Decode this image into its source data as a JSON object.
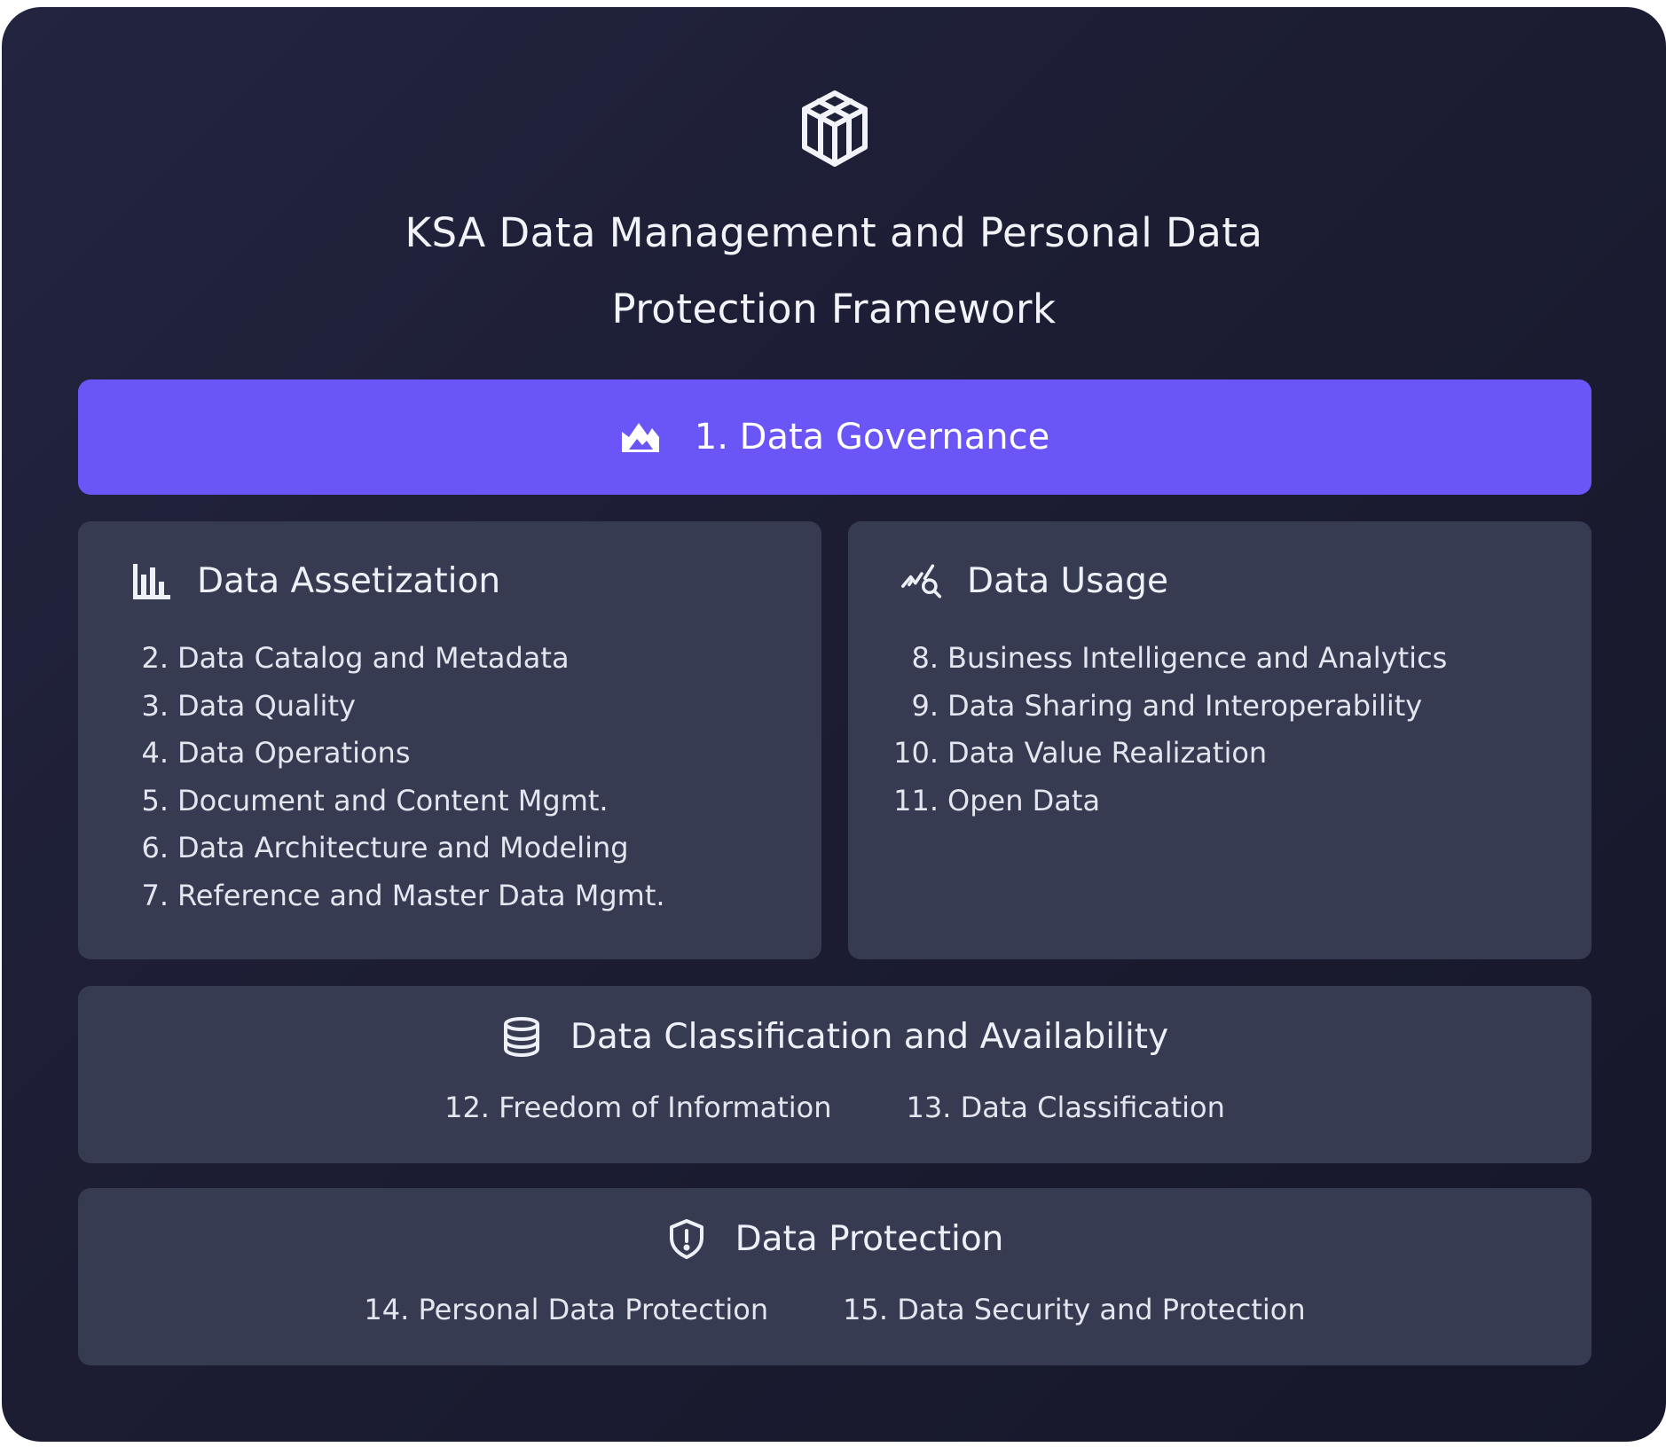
{
  "title": {
    "line1": "KSA Data Management and Personal Data",
    "line2": "Protection Framework"
  },
  "logo_icon": "cube-icon",
  "colors": {
    "background": "#1c1d33",
    "accent": "#6a55f6",
    "panel": "#373b52",
    "text": "#e9eaf3"
  },
  "governance": {
    "icon": "mountain-icon",
    "label": "1. Data Governance"
  },
  "assetization": {
    "icon": "bar-chart-icon",
    "heading": "Data Assetization",
    "items": [
      {
        "num": "2.",
        "label": "Data Catalog and Metadata"
      },
      {
        "num": "3.",
        "label": "Data Quality"
      },
      {
        "num": "4.",
        "label": "Data Operations"
      },
      {
        "num": "5.",
        "label": "Document and Content Mgmt."
      },
      {
        "num": "6.",
        "label": "Data Architecture and Modeling"
      },
      {
        "num": "7.",
        "label": "Reference and Master Data Mgmt."
      }
    ]
  },
  "usage": {
    "icon": "trend-search-icon",
    "heading": "Data Usage",
    "items": [
      {
        "num": "8.",
        "label": "Business Intelligence and Analytics"
      },
      {
        "num": "9.",
        "label": "Data Sharing and Interoperability"
      },
      {
        "num": "10.",
        "label": "Data Value Realization"
      },
      {
        "num": "11.",
        "label": "Open Data"
      }
    ]
  },
  "classification": {
    "icon": "database-icon",
    "heading": "Data Classification and Availability",
    "items": [
      "12. Freedom of Information",
      "13. Data Classification"
    ]
  },
  "protection": {
    "icon": "shield-icon",
    "heading": "Data Protection",
    "items": [
      "14. Personal Data Protection",
      "15. Data Security and Protection"
    ]
  }
}
